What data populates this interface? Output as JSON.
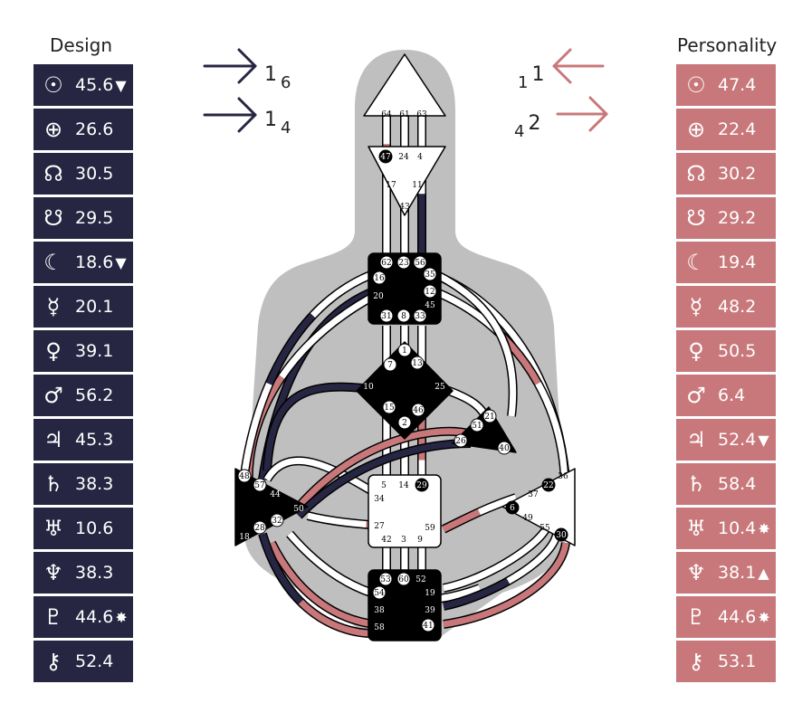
{
  "design": {
    "title": "Design",
    "arrows": [
      {
        "main": "1",
        "sub": "6"
      },
      {
        "main": "1",
        "sub": "4"
      }
    ],
    "planets": [
      {
        "symbol": "☉",
        "icon": "sun-icon",
        "value": "45.6",
        "mark": "▼"
      },
      {
        "symbol": "⊕",
        "icon": "earth-icon",
        "value": "26.6",
        "mark": ""
      },
      {
        "symbol": "☊",
        "icon": "north-node-icon",
        "value": "30.5",
        "mark": ""
      },
      {
        "symbol": "☋",
        "icon": "south-node-icon",
        "value": "29.5",
        "mark": ""
      },
      {
        "symbol": "☾",
        "icon": "moon-icon",
        "value": "18.6",
        "mark": "▼"
      },
      {
        "symbol": "☿",
        "icon": "mercury-icon",
        "value": "20.1",
        "mark": ""
      },
      {
        "symbol": "♀",
        "icon": "venus-icon",
        "value": "39.1",
        "mark": ""
      },
      {
        "symbol": "♂",
        "icon": "mars-icon",
        "value": "56.2",
        "mark": ""
      },
      {
        "symbol": "♃",
        "icon": "jupiter-icon",
        "value": "45.3",
        "mark": ""
      },
      {
        "symbol": "♄",
        "icon": "saturn-icon",
        "value": "38.3",
        "mark": ""
      },
      {
        "symbol": "♅",
        "icon": "uranus-icon",
        "value": "10.6",
        "mark": ""
      },
      {
        "symbol": "♆",
        "icon": "neptune-icon",
        "value": "38.3",
        "mark": ""
      },
      {
        "symbol": "♇",
        "icon": "pluto-icon",
        "value": "44.6",
        "mark": "✸"
      },
      {
        "symbol": "⚷",
        "icon": "chiron-icon",
        "value": "52.4",
        "mark": ""
      }
    ]
  },
  "personality": {
    "title": "Personality",
    "arrows": [
      {
        "main": "1",
        "pre": "1"
      },
      {
        "main": "2",
        "pre": "4"
      }
    ],
    "planets": [
      {
        "symbol": "☉",
        "icon": "sun-icon",
        "value": "47.4",
        "mark": ""
      },
      {
        "symbol": "⊕",
        "icon": "earth-icon",
        "value": "22.4",
        "mark": ""
      },
      {
        "symbol": "☊",
        "icon": "north-node-icon",
        "value": "30.2",
        "mark": ""
      },
      {
        "symbol": "☋",
        "icon": "south-node-icon",
        "value": "29.2",
        "mark": ""
      },
      {
        "symbol": "☾",
        "icon": "moon-icon",
        "value": "19.4",
        "mark": ""
      },
      {
        "symbol": "☿",
        "icon": "mercury-icon",
        "value": "48.2",
        "mark": ""
      },
      {
        "symbol": "♀",
        "icon": "venus-icon",
        "value": "50.5",
        "mark": ""
      },
      {
        "symbol": "♂",
        "icon": "mars-icon",
        "value": "6.4",
        "mark": ""
      },
      {
        "symbol": "♃",
        "icon": "jupiter-icon",
        "value": "52.4",
        "mark": "▼"
      },
      {
        "symbol": "♄",
        "icon": "saturn-icon",
        "value": "58.4",
        "mark": ""
      },
      {
        "symbol": "♅",
        "icon": "uranus-icon",
        "value": "10.4",
        "mark": "✸"
      },
      {
        "symbol": "♆",
        "icon": "neptune-icon",
        "value": "38.1",
        "mark": "▲"
      },
      {
        "symbol": "♇",
        "icon": "pluto-icon",
        "value": "44.6",
        "mark": "✸"
      },
      {
        "symbol": "⚷",
        "icon": "chiron-icon",
        "value": "53.1",
        "mark": ""
      }
    ]
  },
  "colors": {
    "design": "#272642",
    "personality": "#c8787a",
    "body": "#bfbfbf",
    "defined_center": "#000000",
    "open_center": "#ffffff"
  },
  "centers": [
    {
      "name": "head",
      "defined": false,
      "gates": [
        "64",
        "61",
        "63"
      ]
    },
    {
      "name": "ajna",
      "defined": false,
      "gates": [
        "47",
        "24",
        "4",
        "17",
        "11",
        "43"
      ]
    },
    {
      "name": "throat",
      "defined": true,
      "gates": [
        "62",
        "23",
        "56",
        "16",
        "35",
        "20",
        "12",
        "45",
        "31",
        "8",
        "33"
      ]
    },
    {
      "name": "g",
      "defined": true,
      "gates": [
        "1",
        "7",
        "13",
        "10",
        "25",
        "15",
        "46",
        "2"
      ]
    },
    {
      "name": "heart",
      "defined": true,
      "gates": [
        "21",
        "51",
        "26",
        "40"
      ]
    },
    {
      "name": "spleen",
      "defined": true,
      "gates": [
        "48",
        "57",
        "44",
        "50",
        "32",
        "28",
        "18"
      ]
    },
    {
      "name": "sacral",
      "defined": false,
      "gates": [
        "5",
        "14",
        "29",
        "34",
        "27",
        "59",
        "42",
        "3",
        "9"
      ]
    },
    {
      "name": "solar-plexus",
      "defined": false,
      "gates": [
        "36",
        "22",
        "37",
        "6",
        "49",
        "55",
        "30"
      ]
    },
    {
      "name": "root",
      "defined": true,
      "gates": [
        "53",
        "60",
        "52",
        "54",
        "19",
        "38",
        "39",
        "58",
        "41"
      ]
    }
  ],
  "active_gates": [
    "47",
    "62",
    "23",
    "56",
    "16",
    "35",
    "12",
    "31",
    "8",
    "33",
    "1",
    "7",
    "13",
    "2",
    "15",
    "46",
    "21",
    "51",
    "26",
    "40",
    "48",
    "57",
    "28",
    "32",
    "29",
    "22",
    "6",
    "30",
    "53",
    "60",
    "54",
    "41"
  ]
}
